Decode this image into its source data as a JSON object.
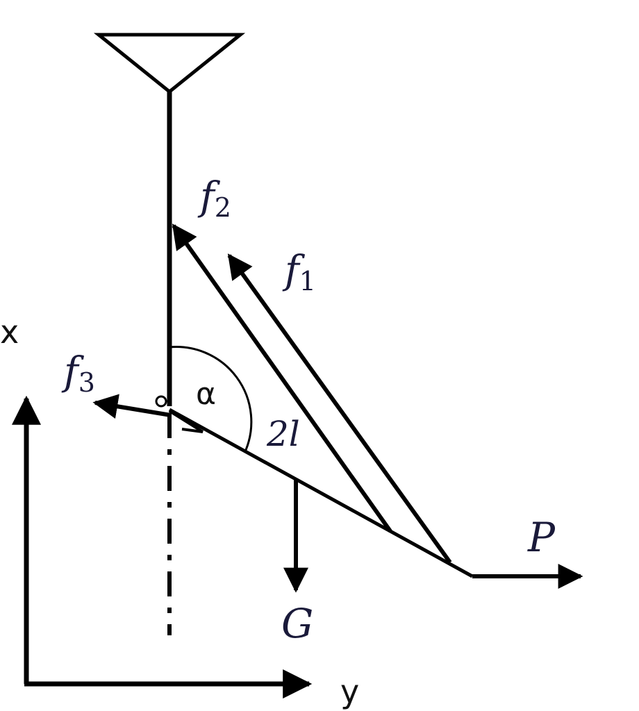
{
  "labels": {
    "f1": {
      "main": "f",
      "sub": "1"
    },
    "f2": {
      "main": "f",
      "sub": "2"
    },
    "f3": {
      "main": "f",
      "sub": "3"
    },
    "alpha": "α",
    "length": "2l",
    "force_p": "P",
    "force_g": "G",
    "axis_x": "x",
    "axis_y": "y"
  },
  "colors": {
    "stroke": "#000000",
    "text": "#1a1a3a"
  }
}
